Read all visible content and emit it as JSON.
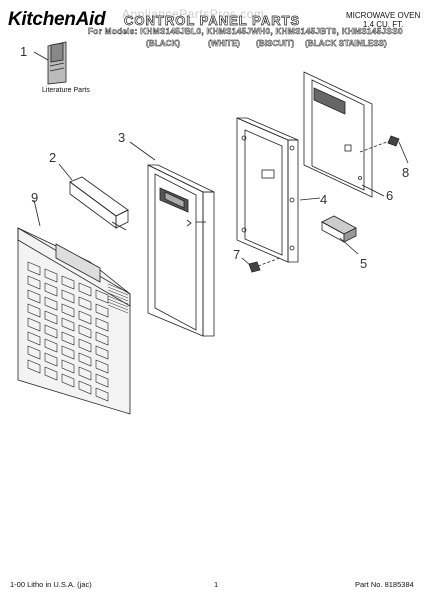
{
  "header": {
    "brand": "KitchenAid",
    "title": "CONTROL PANEL PARTS",
    "watermark": "AppliancePartsPros.com",
    "product_line1": "MICROWAVE OVEN",
    "product_line2": "1.4 CU. FT.",
    "models": "For Models: KHMS145JBL0, KHMS145JWH0, KHMS145JBT0, KHMS145JSS0",
    "colors": [
      "(BLACK)",
      "(WHITE)",
      "(BISCUIT)",
      "(BLACK STAINLESS)"
    ]
  },
  "callouts": [
    "1",
    "2",
    "3",
    "4",
    "5",
    "6",
    "7",
    "8",
    "9"
  ],
  "literature_label": "Literature Parts",
  "footer": {
    "left": "1-00 Litho in U.S.A. (jac)",
    "center": "1",
    "right": "Part No. 8185384"
  }
}
